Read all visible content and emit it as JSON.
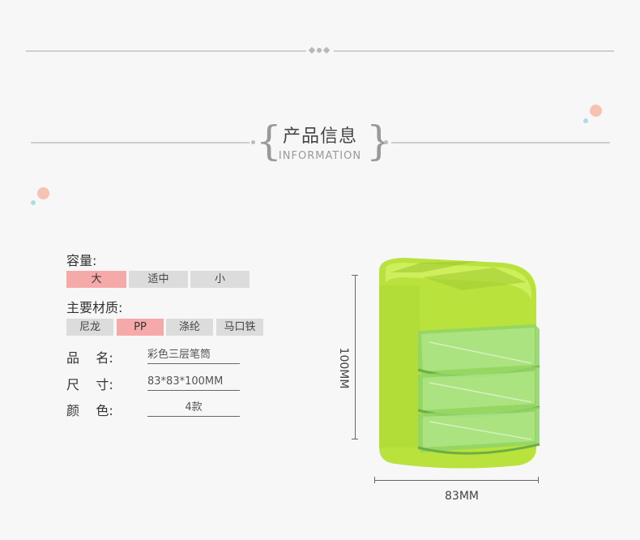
{
  "header": {
    "title_cn": "产品信息",
    "title_en": "INFORMATION"
  },
  "specs": {
    "capacity": {
      "label": "容量:",
      "options": [
        "大",
        "适中",
        "小"
      ],
      "selected": "大"
    },
    "material": {
      "label": "主要材质:",
      "options": [
        "尼龙",
        "PP",
        "涤纶",
        "马口铁"
      ],
      "selected": "PP"
    },
    "name": {
      "key": "品    名:",
      "value": "彩色三层笔筒"
    },
    "size": {
      "key": "尺    寸:",
      "value": "83*83*100MM"
    },
    "color": {
      "key": "颜    色:",
      "value": "4款"
    }
  },
  "dimensions": {
    "height": "100MM",
    "width": "83MM"
  },
  "colors": {
    "selected_option": "#f5a9a9",
    "option_bg": "#dcdcdc",
    "product_green": "#b9e23c",
    "drawer_green": "#8fd46a",
    "bubble_pink": "#f6c2b4",
    "bubble_blue": "#a9dde6"
  }
}
